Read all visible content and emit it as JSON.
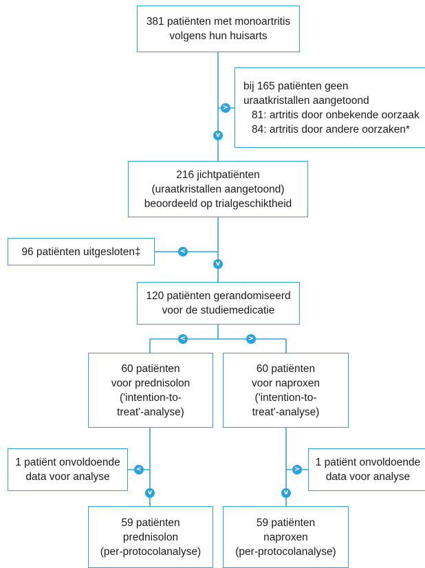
{
  "diagram": {
    "colors": {
      "line": "#29a3df",
      "arrow": "#29a3df",
      "text": "#1a1a1a"
    },
    "boxes": {
      "start": [
        "381 patiënten met monoartritis",
        "volgens hun huisarts"
      ],
      "excluded_no_crystals": {
        "header": [
          "bij 165 patiënten geen",
          "uraatkristallen aangetoond"
        ],
        "items": [
          "81: artritis door onbekende oorzaak",
          "84: artritis door andere oorzaken*"
        ]
      },
      "gout": [
        "216 jichtpatiënten",
        "(uraatkristallen aangetoond)",
        "beoordeeld op trialgeschiktheid"
      ],
      "excluded_trial": [
        "96 patiënten uitgesloten‡"
      ],
      "randomized": [
        "120 patiënten gerandomiseerd",
        "voor de studiemedicatie"
      ],
      "pred_itt": [
        "60 patiënten",
        "voor prednisolon",
        "('intention-to-",
        "treat'-analyse)"
      ],
      "nap_itt": [
        "60 patiënten",
        "voor naproxen",
        "('intention-to-",
        "treat'-analyse)"
      ],
      "pred_missing": [
        "1 patiënt onvoldoende",
        "data voor analyse"
      ],
      "nap_missing": [
        "1 patiënt onvoldoende",
        "data voor analyse"
      ],
      "pred_pp": [
        "59 patiënten",
        "prednisolon",
        "(per-protocolanalyse)"
      ],
      "nap_pp": [
        "59 patiënten",
        "naproxen",
        "(per-protocolanalyse)"
      ]
    },
    "arrow_glyphs": {
      "down": "v",
      "left": "<",
      "right": ">"
    }
  }
}
